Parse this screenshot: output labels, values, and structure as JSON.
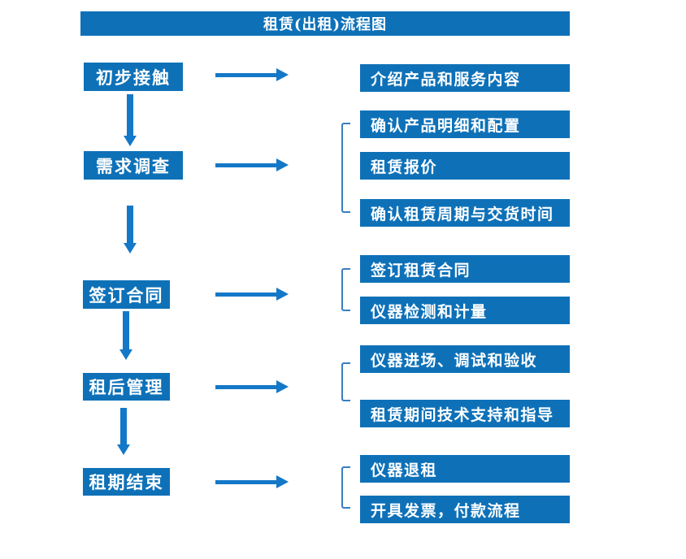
{
  "title": "租赁(出租)流程图",
  "colors": {
    "box-blue": "#0e71b8",
    "arrow-blue": "#1478c8",
    "bracket-blue": "#3a7dbf",
    "text-white": "#ffffff"
  },
  "steps": [
    {
      "label": "初步接触",
      "details": [
        "介绍产品和服务内容"
      ]
    },
    {
      "label": "需求调查",
      "details": [
        "确认产品明细和配置",
        "租赁报价",
        "确认租赁周期与交货时间"
      ]
    },
    {
      "label": "签订合同",
      "details": [
        "签订租赁合同",
        "仪器检测和计量"
      ]
    },
    {
      "label": "租后管理",
      "details": [
        "仪器进场、调试和验收",
        "租赁期间技术支持和指导"
      ]
    },
    {
      "label": "租期结束",
      "details": [
        "仪器退租",
        "开具发票，付款流程"
      ]
    }
  ]
}
